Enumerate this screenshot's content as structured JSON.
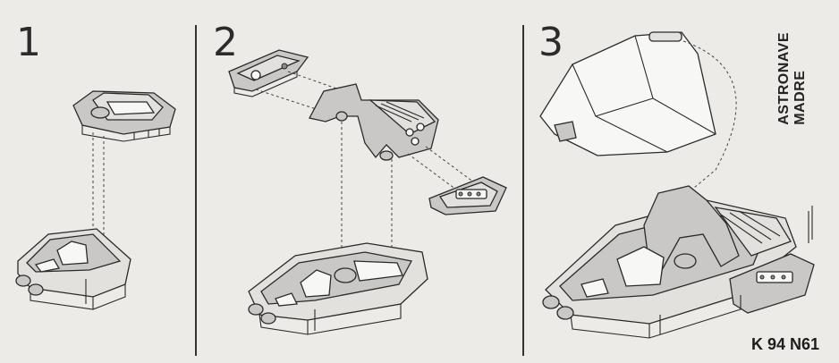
{
  "steps": [
    {
      "number": "1"
    },
    {
      "number": "2"
    },
    {
      "number": "3"
    }
  ],
  "side_label": {
    "line1": "ASTRONAVE",
    "line2": "MADRE"
  },
  "product_code": "K 94 N61"
}
